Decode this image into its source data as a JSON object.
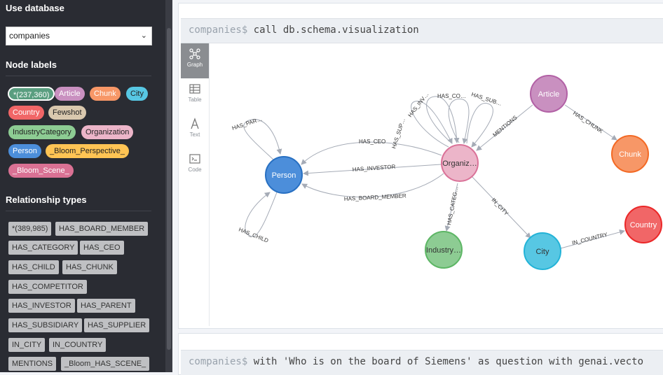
{
  "sidebar": {
    "db_heading": "Use database",
    "db_selected": "companies",
    "node_heading": "Node labels",
    "node_labels": [
      {
        "label": "*(237,360)",
        "bg": "#5a9e80",
        "fg": "#ffffff"
      },
      {
        "label": "Article",
        "bg": "#c990c0",
        "fg": "#ffffff"
      },
      {
        "label": "Chunk",
        "bg": "#f79767",
        "fg": "#ffffff"
      },
      {
        "label": "City",
        "bg": "#57c7e3",
        "fg": "#222222"
      },
      {
        "label": "Country",
        "bg": "#f16667",
        "fg": "#ffffff"
      },
      {
        "label": "Fewshot",
        "bg": "#d9c8ae",
        "fg": "#222222"
      },
      {
        "label": "IndustryCategory",
        "bg": "#8dcc93",
        "fg": "#222222"
      },
      {
        "label": "Organization",
        "bg": "#ecb5c9",
        "fg": "#222222"
      },
      {
        "label": "Person",
        "bg": "#4c8eda",
        "fg": "#ffffff"
      },
      {
        "label": "_Bloom_Perspective_",
        "bg": "#ffc454",
        "fg": "#222222"
      },
      {
        "label": "_Bloom_Scene_",
        "bg": "#da7194",
        "fg": "#ffffff"
      }
    ],
    "rel_heading": "Relationship types",
    "rel_types": [
      "*(389,985)",
      "HAS_BOARD_MEMBER",
      "HAS_CATEGORY",
      "HAS_CEO",
      "HAS_CHILD",
      "HAS_CHUNK",
      "HAS_COMPETITOR",
      "HAS_INVESTOR",
      "HAS_PARENT",
      "HAS_SUBSIDIARY",
      "HAS_SUPPLIER",
      "IN_CITY",
      "IN_COUNTRY",
      "MENTIONS",
      "_Bloom_HAS_SCENE_"
    ]
  },
  "editor1": {
    "prompt": "companies$",
    "command": " call db.schema.visualization"
  },
  "editor2": {
    "prompt": "companies$",
    "command": " with 'Who is on the board of Siemens' as question with genai.vecto"
  },
  "tools": [
    {
      "name": "Graph",
      "icon": "graph-icon",
      "active": true
    },
    {
      "name": "Table",
      "icon": "table-icon",
      "active": false
    },
    {
      "name": "Text",
      "icon": "text-icon",
      "active": false
    },
    {
      "name": "Code",
      "icon": "code-icon",
      "active": false
    }
  ],
  "graph": {
    "nodes": {
      "person": {
        "label": "Person",
        "color": "#4c8eda",
        "stroke": "#2870c2"
      },
      "organization": {
        "label": "Organiz…",
        "color": "#ecb5c9",
        "stroke": "#da7298"
      },
      "article": {
        "label": "Article",
        "color": "#c990c0",
        "stroke": "#b261a5"
      },
      "chunk": {
        "label": "Chunk",
        "color": "#f79767",
        "stroke": "#f36924"
      },
      "industry": {
        "label": "Industry…",
        "color": "#8dcc93",
        "stroke": "#5db665"
      },
      "city": {
        "label": "City",
        "color": "#57c7e3",
        "stroke": "#23b3d7"
      },
      "country": {
        "label": "Country",
        "color": "#f16667",
        "stroke": "#eb2728"
      }
    },
    "edges": {
      "has_parent": "HAS_PAR…",
      "has_child": "HAS_CHILD",
      "has_ceo": "HAS_CEO",
      "has_investor": "HAS_INVESTOR",
      "has_board_member": "HAS_BOARD_MEMBER",
      "has_sup": "HAS_SUP…",
      "has_inv": "HAS_INV…",
      "has_co": "HAS_CO…",
      "has_sub": "HAS_SUB…",
      "mentions": "MENTIONS",
      "has_chunk": "HAS_CHUNK",
      "has_categ": "HAS_CATEG…",
      "in_city": "IN_CITY",
      "in_country": "IN_COUNTRY"
    }
  }
}
